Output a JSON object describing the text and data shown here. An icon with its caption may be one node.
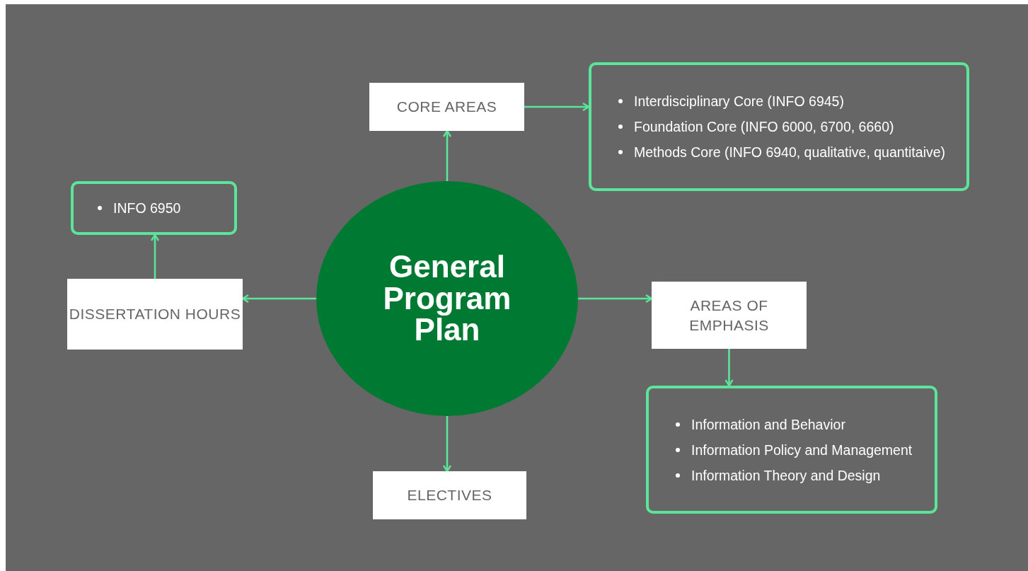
{
  "diagram": {
    "nodes": [
      {
        "text": [
          "General Program Plan"
        ]
      },
      {
        "text": [
          "CORE AREAS"
        ]
      },
      {
        "text": [
          "Interdisciplinary Core (INFO 6945)",
          "Foundation Core (INFO 6000, 6700, 6660)",
          "Methods Core (INFO 6940, qualitative, quantitaive)"
        ]
      },
      {
        "text": [
          "DISSERTATION HOURS"
        ]
      },
      {
        "text": [
          "INFO 6950"
        ]
      },
      {
        "text": [
          "AREAS OF EMPHASIS"
        ]
      },
      {
        "text": [
          "Information and Behavior",
          "Information Policy and Management",
          "Information Theory and Design"
        ]
      },
      {
        "text": [
          "ELECTIVES"
        ]
      }
    ],
    "edges": [
      {
        "from": 0,
        "to": 1,
        "arrow": "to"
      },
      {
        "from": 1,
        "to": 2,
        "arrow": "to"
      },
      {
        "from": 0,
        "to": 3,
        "arrow": "to"
      },
      {
        "from": 3,
        "to": 4,
        "arrow": "to"
      },
      {
        "from": 0,
        "to": 5,
        "arrow": "to"
      },
      {
        "from": 5,
        "to": 6,
        "arrow": "to"
      },
      {
        "from": 0,
        "to": 7,
        "arrow": "to"
      }
    ]
  }
}
